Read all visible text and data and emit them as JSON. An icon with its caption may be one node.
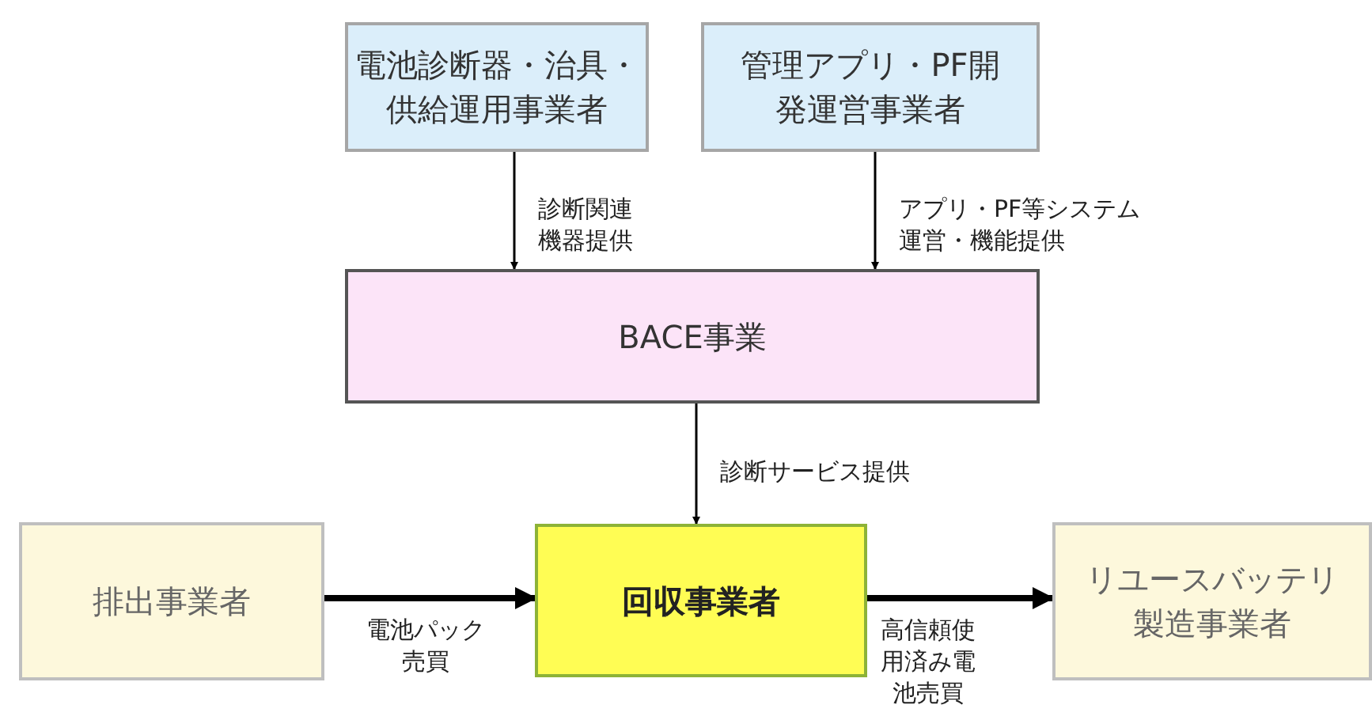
{
  "diagram": {
    "nodes": [
      {
        "text": [
          "電池診断器・治具・供給運用事業者"
        ]
      },
      {
        "text": [
          "管理アプリ・PF開発運営事業者"
        ]
      },
      {
        "text": [
          "BACE事業"
        ]
      },
      {
        "text": [
          "排出事業者"
        ]
      },
      {
        "text": [
          "回収事業者"
        ]
      },
      {
        "text": [
          "リユースバッテリ製造事業者"
        ]
      }
    ],
    "edges": [
      {
        "from": 0,
        "to": 2,
        "arrow": "to",
        "label": "診断関連機器提供"
      },
      {
        "from": 1,
        "to": 2,
        "arrow": "to",
        "label": "アプリ・PF等システム運営・機能提供"
      },
      {
        "from": 2,
        "to": 4,
        "arrow": "to",
        "label": "診断サービス提供"
      },
      {
        "from": 3,
        "to": 4,
        "arrow": "to",
        "label": "電池パック売買",
        "style": "thick"
      },
      {
        "from": 4,
        "to": 5,
        "arrow": "to",
        "label": "高信頼使用済み電池売買",
        "style": "thick"
      }
    ]
  }
}
